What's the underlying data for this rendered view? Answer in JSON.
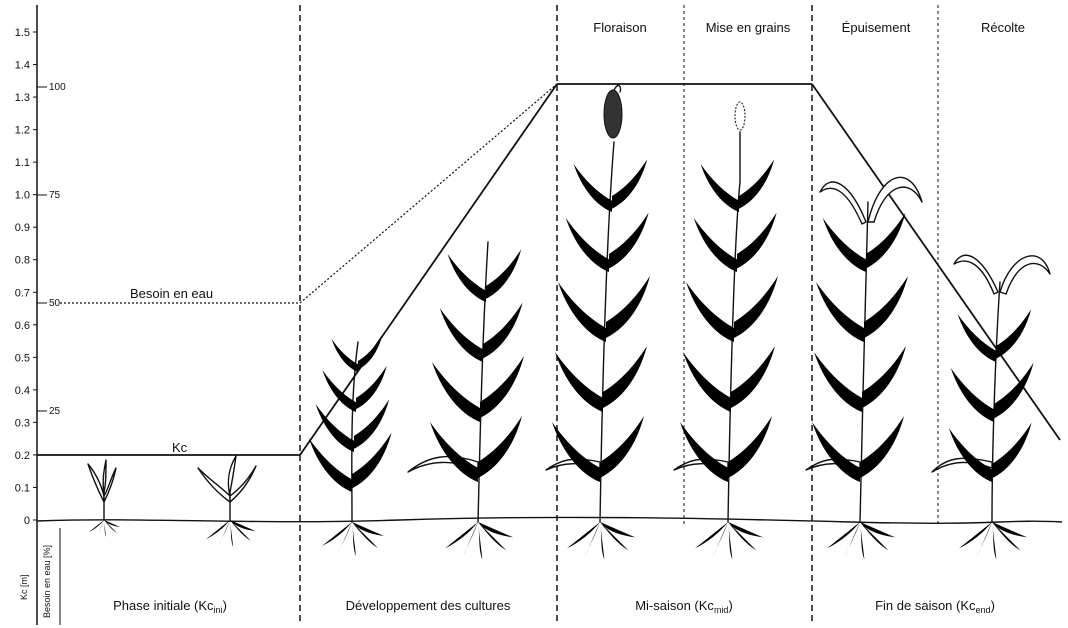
{
  "axis": {
    "kc_title": "Kc [m]",
    "need_title": "Besoin en eau [%]",
    "kc_ticks": [
      "1.5",
      "1.4",
      "1.3",
      "1.2",
      "1.1",
      "1.0",
      "0.9",
      "0.8",
      "0.7",
      "0.6",
      "0.5",
      "0.4",
      "0.3",
      "0.2",
      "0.1",
      "0"
    ],
    "pct_ticks": [
      "100",
      "75",
      "50",
      "25"
    ]
  },
  "annotations": {
    "water_need": "Besoin en eau",
    "kc": "Kc"
  },
  "stages": [
    "Floraison",
    "Mise en grains",
    "Épuisement",
    "Récolte"
  ],
  "phases": {
    "initial": {
      "text": "Phase initiale (Kc",
      "sub": "ini",
      "close": ")"
    },
    "development": {
      "text": "Développement des cultures"
    },
    "mid": {
      "text": "Mi-saison (Kc",
      "sub": "mid",
      "close": ")"
    },
    "end": {
      "text": "Fin de saison (Kc",
      "sub": "end",
      "close": ")"
    }
  },
  "colors": {
    "line": "#111111",
    "background": "#ffffff"
  }
}
